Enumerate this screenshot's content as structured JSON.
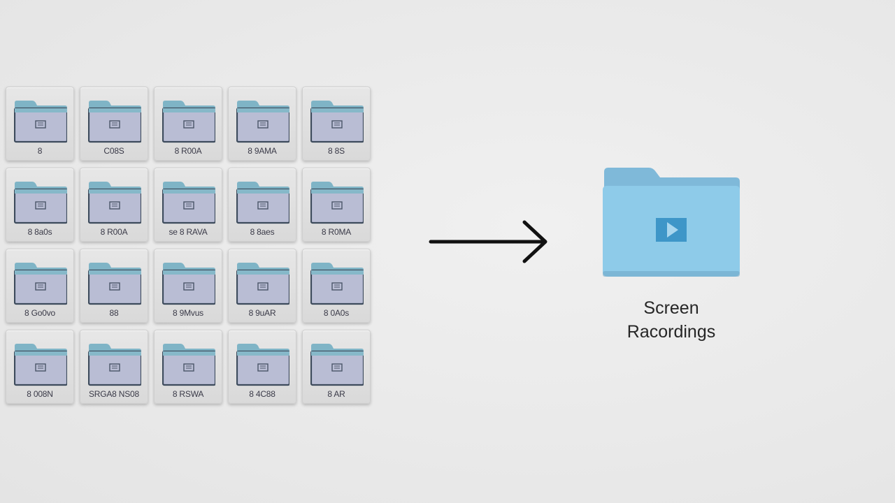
{
  "folders": [
    {
      "label": "8"
    },
    {
      "label": "C08S"
    },
    {
      "label": "8 R00A"
    },
    {
      "label": "8 9AMA"
    },
    {
      "label": "8 8S"
    },
    {
      "label": "8 8a0s"
    },
    {
      "label": "8 R00A"
    },
    {
      "label": "se 8 RAVA"
    },
    {
      "label": "8 8aes"
    },
    {
      "label": "8 R0MA"
    },
    {
      "label": "8 Go0vo"
    },
    {
      "label": "88"
    },
    {
      "label": "8 9Mvus"
    },
    {
      "label": "8 9uAR"
    },
    {
      "label": "8 0A0s"
    },
    {
      "label": "8 008N"
    },
    {
      "label": "SRGA8 NS08"
    },
    {
      "label": "8 RSWA"
    },
    {
      "label": "8 4C88"
    },
    {
      "label": "8 AR"
    }
  ],
  "destination": {
    "label_line1": "Screen",
    "label_line2": "Racordings",
    "icon": "video-folder-icon"
  },
  "colors": {
    "folder_tab": "#7fb4c6",
    "folder_body": "#b9bdd4",
    "target_folder": "#86c3e2",
    "target_play": "#3e96c8"
  }
}
